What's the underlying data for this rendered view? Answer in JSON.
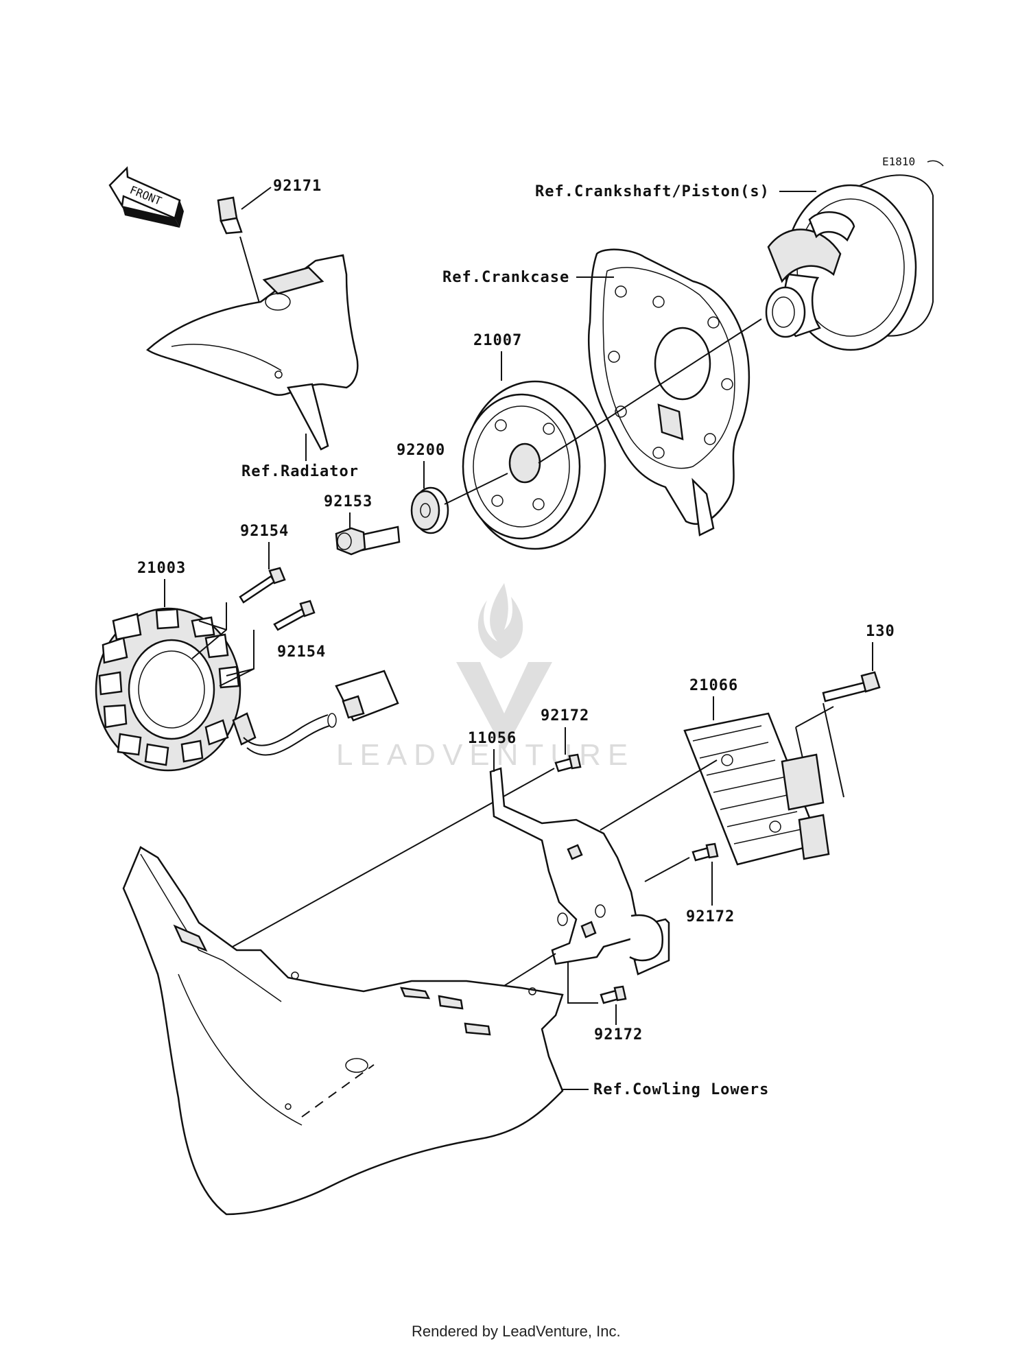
{
  "diagram_code": "E1810",
  "front_arrow_label": "FRONT",
  "references": {
    "crankshaft": "Ref.Crankshaft/Piston(s)",
    "crankcase": "Ref.Crankcase",
    "radiator": "Ref.Radiator",
    "cowling": "Ref.Cowling Lowers"
  },
  "parts": {
    "p92171": "92171",
    "p21007": "21007",
    "p92200": "92200",
    "p92153": "92153",
    "p92154_a": "92154",
    "p21003": "21003",
    "p92154_b": "92154",
    "p130": "130",
    "p21066": "21066",
    "p92172_a": "92172",
    "p11056": "11056",
    "p92172_b": "92172",
    "p92172_c": "92172"
  },
  "watermark": "LEADVENTURE",
  "footer": "Rendered by LeadVenture, Inc."
}
